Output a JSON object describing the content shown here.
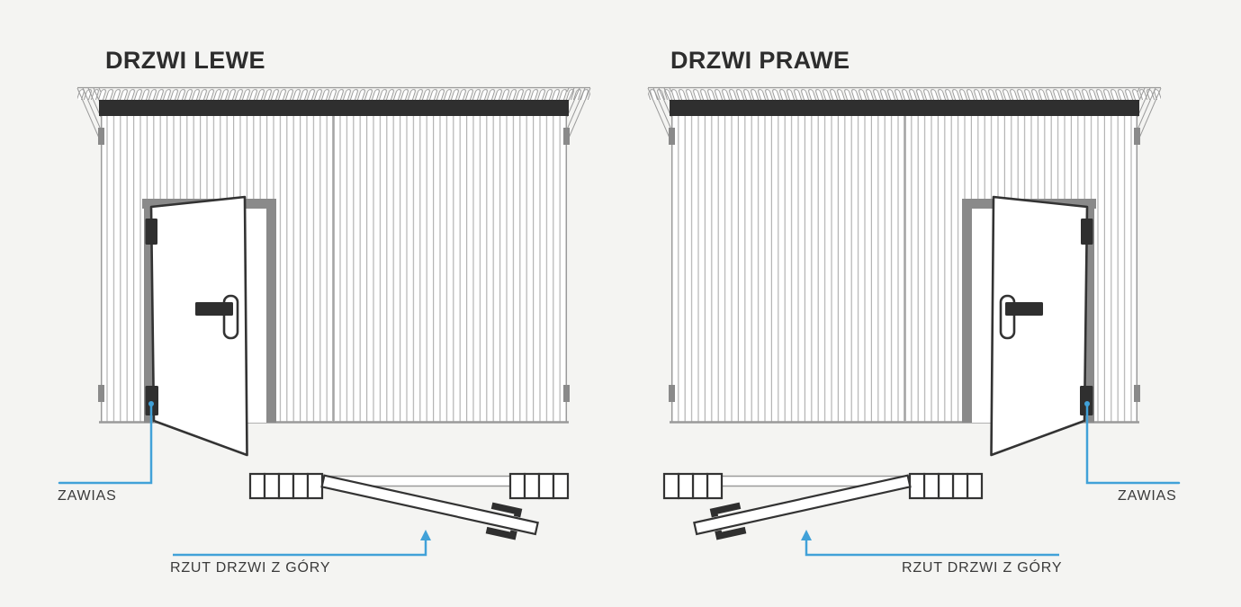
{
  "diagram": {
    "left": {
      "title": "DRZWI LEWE",
      "hinge_label": "ZAWIAS",
      "top_view_label": "RZUT DRZWI Z GÓRY"
    },
    "right": {
      "title": "DRZWI PRAWE",
      "hinge_label": "ZAWIAS",
      "top_view_label": "RZUT DRZWI Z GÓRY"
    },
    "colors": {
      "background": "#f4f4f2",
      "dark": "#2f2f2f",
      "frame_gray": "#8a8a8a",
      "siding_gray": "#b3b3b3",
      "accent_blue": "#41a1d8",
      "text": "#3a3a3a"
    }
  }
}
